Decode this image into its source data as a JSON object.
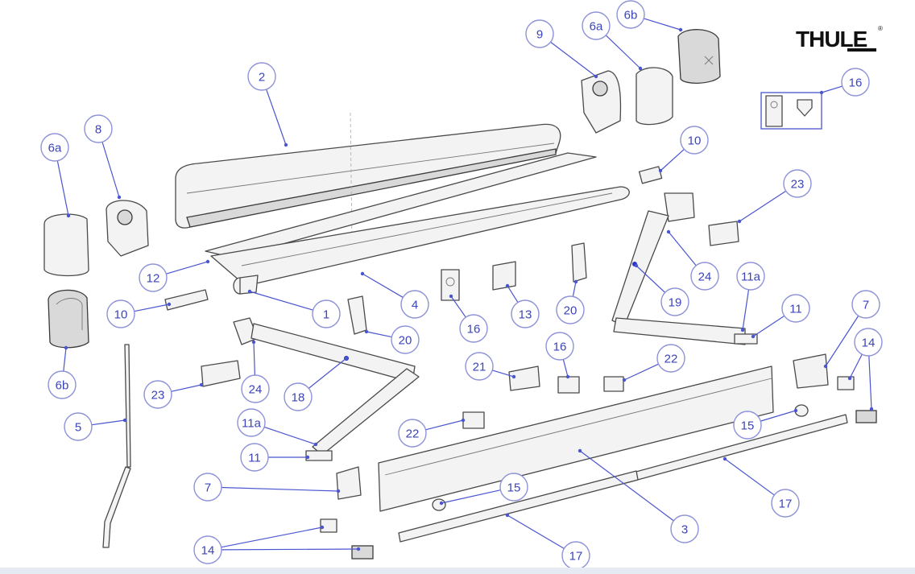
{
  "brand": {
    "logo": "THULE",
    "registered": "®"
  },
  "colors": {
    "callout_stroke": "#8d92d8",
    "callout_text": "#3b44b8",
    "leader": "#4a55d0",
    "part_stroke": "#4a4a4a"
  },
  "callouts": [
    {
      "label": "2"
    },
    {
      "label": "6a"
    },
    {
      "label": "8"
    },
    {
      "label": "9"
    },
    {
      "label": "6a"
    },
    {
      "label": "6b"
    },
    {
      "label": "16"
    },
    {
      "label": "10"
    },
    {
      "label": "23"
    },
    {
      "label": "12"
    },
    {
      "label": "1"
    },
    {
      "label": "4"
    },
    {
      "label": "10"
    },
    {
      "label": "24"
    },
    {
      "label": "19"
    },
    {
      "label": "11a"
    },
    {
      "label": "11"
    },
    {
      "label": "7"
    },
    {
      "label": "14"
    },
    {
      "label": "16"
    },
    {
      "label": "13"
    },
    {
      "label": "20"
    },
    {
      "label": "20"
    },
    {
      "label": "6b"
    },
    {
      "label": "23"
    },
    {
      "label": "24"
    },
    {
      "label": "18"
    },
    {
      "label": "16"
    },
    {
      "label": "21"
    },
    {
      "label": "22"
    },
    {
      "label": "5"
    },
    {
      "label": "22"
    },
    {
      "label": "15"
    },
    {
      "label": "11a"
    },
    {
      "label": "11"
    },
    {
      "label": "7"
    },
    {
      "label": "15"
    },
    {
      "label": "17"
    },
    {
      "label": "3"
    },
    {
      "label": "14"
    },
    {
      "label": "17"
    }
  ]
}
